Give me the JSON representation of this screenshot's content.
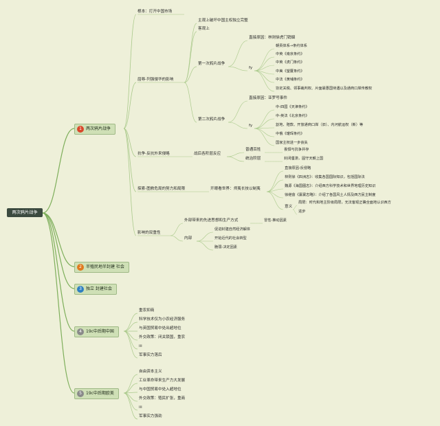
{
  "root": "两次鸦片战争",
  "branches": [
    {
      "num": "1",
      "label": "两次鸦片战争",
      "color": "#d9482b"
    },
    {
      "num": "2",
      "label": "半殖民地半封建 社会",
      "color": "#e07a1f"
    },
    {
      "num": "3",
      "label": "独立 封建社会",
      "color": "#2f7fc1"
    },
    {
      "num": "4",
      "label": "19c中后期中国",
      "color": "#8a8a8a"
    },
    {
      "num": "5",
      "label": "19c中后期欧美",
      "color": "#8a8a8a"
    }
  ],
  "b1": {
    "root_cause": "根本：打开中国市场",
    "zhuguan": "主观上破坏中国主权独立完整",
    "keguan": "客观上",
    "aggression": "屈辱-列强侵华的影响",
    "war1": "第一次鸦片战争",
    "war1_direct": "直接原因：林则徐虎门销烟",
    "war1_fy": "fy",
    "war1_items": [
      "朝贡体系→条约体系",
      "中英《南京条约》",
      "中英《虎门条约》",
      "中美《望厦条约》",
      "中法《黄埔条约》",
      "协定关税、领事裁判权、片面最惠国待遇以及通商口岸传教权"
    ],
    "war2": "第二次鸦片战争",
    "war2_direct": "直接原因：亚罗号事件",
    "war2_fy": "fy",
    "war2_items": [
      "中-四国《天津条约》",
      "中-英法《北京条约》",
      "割地、赔款、开放通商口岸（旧）、内河航运权（新）等",
      "中俄《瑷珲条约》",
      "国家主权进一步丧失"
    ],
    "resist": "抗争-反抗外来侵略",
    "resist_sub": "战后各阶层反应",
    "resist_a": "普通百姓",
    "resist_a_detail": "畏惧与抗争并存",
    "resist_b": "统治阶层",
    "resist_b_detail": "封闭僵滞，固守天朝上国",
    "explore": "探索-图救危局的努力和局限",
    "explore_sub": "开眼看世界：师夷长技以制夷",
    "explore_items": [
      "直接原因-反侵略",
      "林则徐《四洲志》：收集各国国际知识，包括国际法",
      "魏源《海国图志》：介绍西方科学技术和世界地理历史知识",
      "徐继畬《瀛寰志略》：介绍了各国风土人情及西方民主制度"
    ],
    "yiyi": "意义",
    "yiyi_items": [
      "局限：时代和地主阶级局限，无法客观正确全面地认识西方",
      "进步"
    ],
    "influence": "影响的双重性",
    "inf_outer": "外部带来的先进思想和生产方式",
    "inf_outer_detail": "冒性-推动因素",
    "inf_inner": "内部",
    "inf_inner_items": [
      "促进封建自然经济解体",
      "开始近代的社会转型",
      "脆弱-决定因素"
    ]
  },
  "b4_items": [
    "重农抑商",
    "科学技术仅为小农经济服务",
    "与英国贸易中处出超地位",
    "外交政策：闭关锁国，重农",
    "iii",
    "军事实力落后"
  ],
  "b5_items": [
    "自由资本主义",
    "工业革命带来生产力大发展",
    "与中国贸易中处入超地位",
    "外交政策：殖民扩张，重商",
    "iii",
    "军事实力强劲"
  ]
}
